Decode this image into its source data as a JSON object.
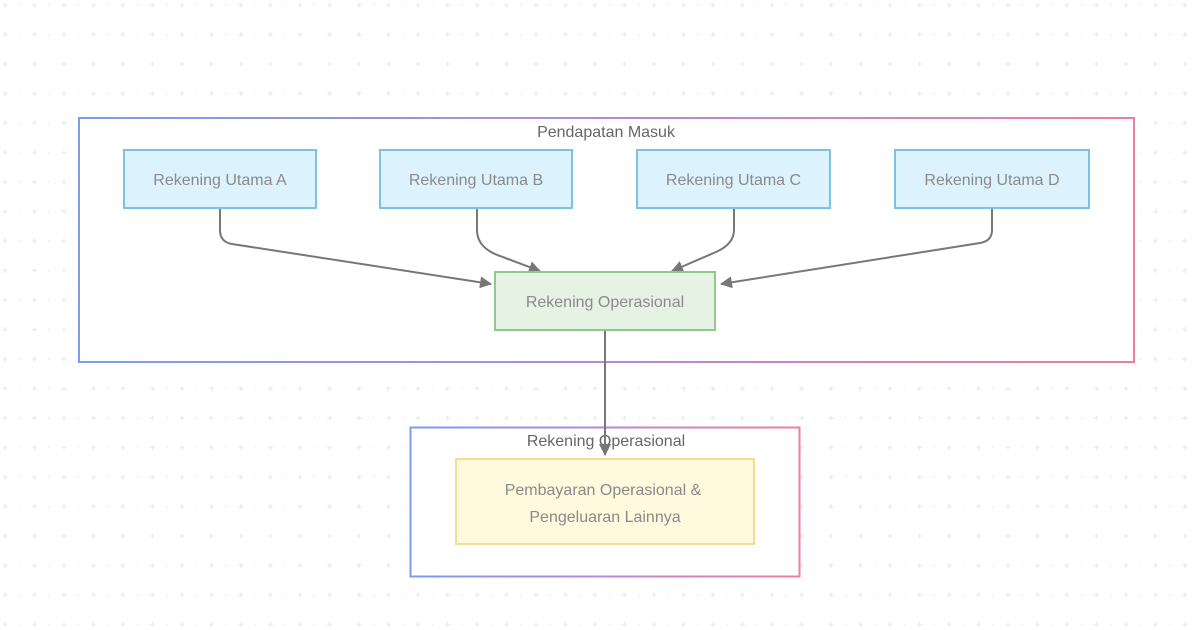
{
  "groups": {
    "income": {
      "title": "Pendapatan Masuk"
    },
    "operational": {
      "title": "Rekening Operasional"
    }
  },
  "nodes": {
    "utama_a": "Rekening Utama A",
    "utama_b": "Rekening Utama B",
    "utama_c": "Rekening Utama C",
    "utama_d": "Rekening Utama D",
    "operasional": "Rekening Operasional",
    "pembayaran_line1": "Pembayaran Operasional &",
    "pembayaran_line2": "Pengeluaran Lainnya"
  },
  "colors": {
    "group_border_start": "#7b9cf0",
    "group_border_mid": "#b58bd6",
    "group_border_end": "#ee7ea0",
    "blue_fill": "#dcf3fd",
    "blue_stroke": "#7fc1e0",
    "green_fill": "#e6f3e4",
    "green_stroke": "#90c98c",
    "yellow_fill": "#fff9dd",
    "yellow_stroke": "#f4dd93",
    "edge": "#777777",
    "grid_mark": "#e3eef5"
  }
}
